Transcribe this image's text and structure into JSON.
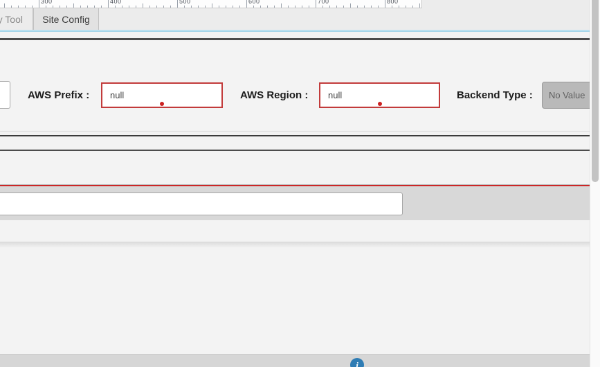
{
  "ruler": {
    "unit_labels": [
      "300",
      "400",
      "500",
      "600",
      "700",
      "800"
    ]
  },
  "tabs": {
    "items": [
      {
        "label": "y Tool",
        "active": false
      },
      {
        "label": "Site Config",
        "active": true
      }
    ]
  },
  "config_form": {
    "aws_prefix_label": "AWS Prefix :",
    "aws_prefix_value": "null",
    "aws_region_label": "AWS Region :",
    "aws_region_value": "null",
    "backend_type_label": "Backend Type :",
    "backend_type_value": "No Value"
  },
  "partial_left_input": {
    "value": ""
  },
  "panel_text_input": {
    "value": ""
  },
  "footer": {
    "info_glyph": "i"
  },
  "colors": {
    "error_border_red": "#c23b3b",
    "error_dot_red": "#cc2222",
    "panel_top_red": "#cc2626",
    "tab_underline_blue": "#9fd2e8",
    "footer_button_blue": "#2e7cb4",
    "dark_divider": "#4b4b4b",
    "page_background": "#f3f3f3"
  }
}
